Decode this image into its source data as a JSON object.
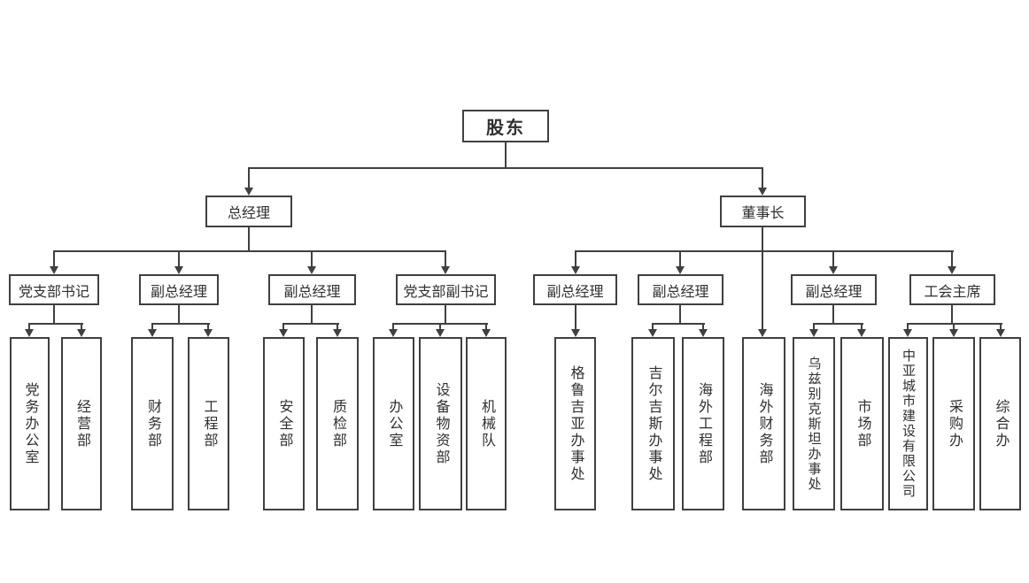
{
  "diagram": {
    "root": {
      "label": "股东"
    },
    "executives": [
      {
        "label": "总经理"
      },
      {
        "label": "董事长"
      }
    ],
    "middle": [
      {
        "label": "党支部书记",
        "reports_to": "总经理"
      },
      {
        "label": "副总经理",
        "reports_to": "总经理"
      },
      {
        "label": "副总经理",
        "reports_to": "总经理"
      },
      {
        "label": "党支部副书记",
        "reports_to": "总经理"
      },
      {
        "label": "副总经理",
        "reports_to": "董事长"
      },
      {
        "label": "副总经理",
        "reports_to": "董事长"
      },
      {
        "label": "副总经理",
        "reports_to": "董事长"
      },
      {
        "label": "工会主席",
        "reports_to": "董事长"
      }
    ],
    "departments": [
      {
        "label": "党务办公室",
        "reports_to": "党支部书记"
      },
      {
        "label": "经营部",
        "reports_to": "党支部书记"
      },
      {
        "label": "财务部",
        "reports_to": "副总经理"
      },
      {
        "label": "工程部",
        "reports_to": "副总经理"
      },
      {
        "label": "安全部",
        "reports_to": "副总经理"
      },
      {
        "label": "质检部",
        "reports_to": "副总经理"
      },
      {
        "label": "办公室",
        "reports_to": "党支部副书记"
      },
      {
        "label": "设备物资部",
        "reports_to": "党支部副书记"
      },
      {
        "label": "机械队",
        "reports_to": "党支部副书记"
      },
      {
        "label": "格鲁吉亚办事处",
        "reports_to": "副总经理"
      },
      {
        "label": "吉尔吉斯办事处",
        "reports_to": "副总经理"
      },
      {
        "label": "海外工程部",
        "reports_to": "副总经理"
      },
      {
        "label": "海外财务部",
        "reports_to": "董事长"
      },
      {
        "label": "乌兹别克斯坦办事处",
        "reports_to": "副总经理"
      },
      {
        "label": "市场部",
        "reports_to": "副总经理"
      },
      {
        "label": "中亚城市建设有限公司",
        "reports_to": "工会主席"
      },
      {
        "label": "采购办",
        "reports_to": "工会主席"
      },
      {
        "label": "综合办",
        "reports_to": "工会主席"
      }
    ],
    "colors": {
      "line": "#404040",
      "text": "#303030",
      "background": "#ffffff"
    }
  }
}
